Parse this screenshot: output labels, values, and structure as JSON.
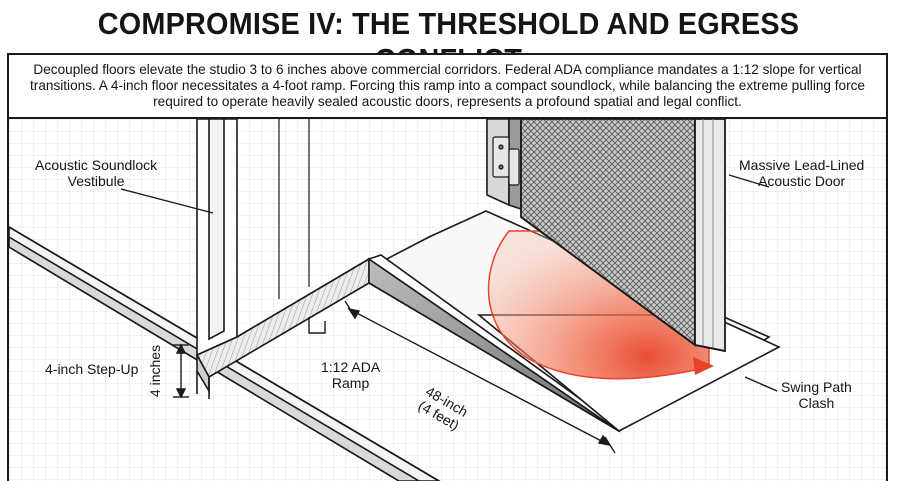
{
  "title": "COMPROMISE IV: THE THRESHOLD AND EGRESS CONFLICT",
  "description": "Decoupled floors elevate the studio 3 to 6 inches above commercial corridors. Federal ADA compliance mandates a 1:12 slope for vertical transitions. A 4-inch floor necessitates a 4-foot ramp. Forcing this ramp into a compact soundlock, while balancing the extreme pulling force required to operate heavily sealed acoustic doors, represents a profound spatial and legal conflict.",
  "labels": {
    "vestibule": "Acoustic Soundlock\nVestibule",
    "door": "Massive Lead-Lined\nAcoustic Door",
    "step_up": "4-inch Step-Up",
    "height_dim": "4 inches",
    "ramp": "1:12 ADA\nRamp",
    "length_dim": "48-inch\n(4 feet)",
    "clash": "Swing Path\nClash"
  },
  "colors": {
    "ink": "#1a1a1a",
    "grid": "#dcdcdc",
    "mesh": "#8a8a8a",
    "swing": "#e8432a"
  }
}
